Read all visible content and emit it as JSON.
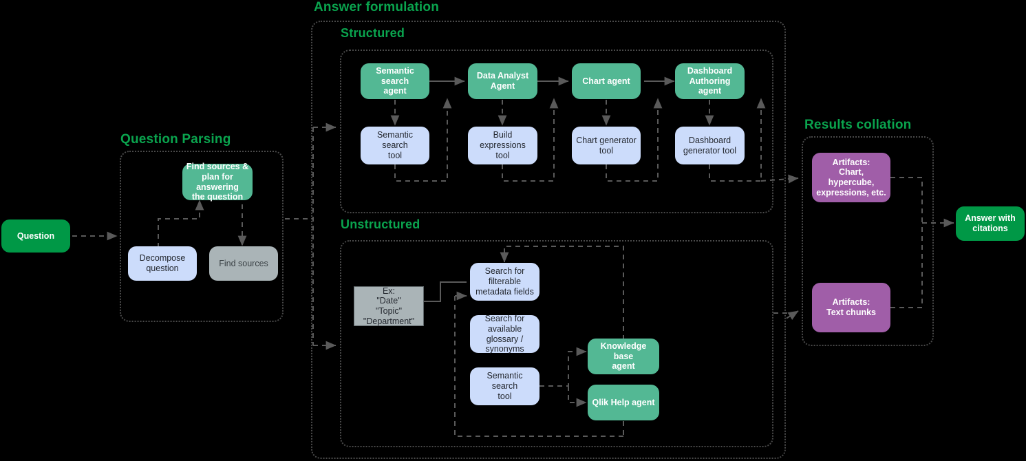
{
  "groups": {
    "answer_formulation": "Answer formulation",
    "structured": "Structured",
    "unstructured": "Unstructured",
    "question_parsing": "Question Parsing",
    "results_collation": "Results collation"
  },
  "nodes": {
    "question": "Question",
    "find_sources_plan": "Find sources &\nplan for answering\nthe question",
    "decompose_question": "Decompose\nquestion",
    "find_sources": "Find sources",
    "semantic_search_agent": "Semantic search\nagent",
    "data_analyst_agent": "Data Analyst\nAgent",
    "chart_agent": "Chart agent",
    "dashboard_authoring_agent": "Dashboard\nAuthoring agent",
    "semantic_search_tool_s": "Semantic search\ntool",
    "build_expressions_tool": "Build expressions\ntool",
    "chart_generator_tool": "Chart generator\ntool",
    "dashboard_generator_tool": "Dashboard\ngenerator tool",
    "example_fields": "Ex:\n\"Date\"\n\"Topic\"\n\"Department\"",
    "search_filterable_metadata": "Search for filterable\nmetadata fields",
    "search_glossary_synonyms": "Search for available\nglossary /\nsynonyms",
    "semantic_search_tool_u": "Semantic search\ntool",
    "knowledge_base_agent": "Knowledge base\nagent",
    "qlik_help_agent": "Qlik Help agent",
    "artifacts_chart": "Artifacts:\nChart, hypercube,\nexpressions, etc.",
    "artifacts_text": "Artifacts:\nText chunks",
    "answer_with_citations": "Answer with\ncitations"
  },
  "colors": {
    "background": "#000000",
    "heading_green": "#0aa44e",
    "node_green": "#009846",
    "node_teal": "#53b894",
    "node_blue": "#ccdcfb",
    "node_gray": "#aab4b7",
    "node_purple": "#a05ea8",
    "wire": "#5a5a5a",
    "container_border": "#4a4a4a"
  }
}
